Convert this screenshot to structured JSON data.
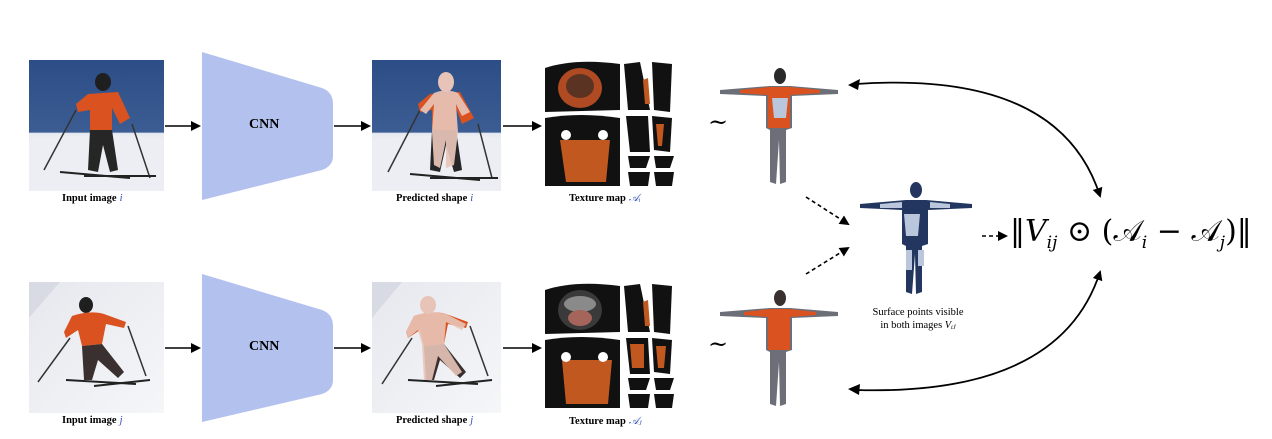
{
  "top_row": {
    "input_caption": "Input image",
    "input_index": "i",
    "cnn_label": "CNN",
    "predicted_caption": "Predicted shape",
    "predicted_index": "i",
    "texture_caption": "Texture map",
    "texture_index": "𝒜ᵢ"
  },
  "bottom_row": {
    "input_caption": "Input image",
    "input_index": "j",
    "cnn_label": "CNN",
    "predicted_caption": "Predicted shape",
    "predicted_index": "j",
    "texture_caption": "Texture map",
    "texture_index": "𝒜ⱼ"
  },
  "tilde_symbol": "~",
  "surface": {
    "caption_line1": "Surface points visible",
    "caption_line2": "in both images",
    "caption_symbol": "Vᵢⱼ"
  },
  "formula": {
    "V": "V",
    "V_sub": "ij",
    "odot": "⊙",
    "A_i": "𝒜",
    "A_i_sub": "i",
    "minus": "−",
    "A_j": "𝒜",
    "A_j_sub": "j"
  },
  "colors": {
    "cnn_fill": "#b3c1ee",
    "snow": "#eef0f4",
    "sky_top": "#2c4d86",
    "jacket": "#d9521f",
    "pants": "#2b2b2b",
    "skin": "#e8c4b8",
    "body_dark": "#23365f",
    "body_light": "#b9c6dc",
    "index_blue": "#2f4fb4"
  }
}
